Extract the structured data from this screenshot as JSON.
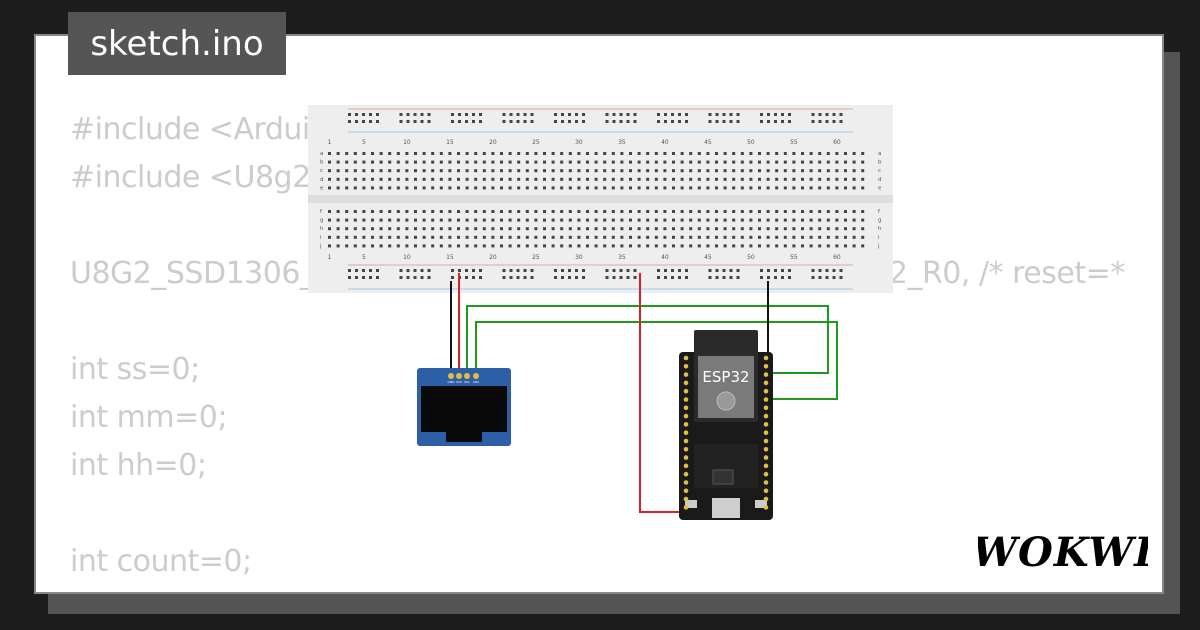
{
  "file": {
    "title": "sketch.ino"
  },
  "code_lines": [
    "#include <Arduino.h>",
    "#include <U8g2lib.h>",
    "",
    "U8G2_SSD1306_128X64_NONAME_F_HW_I2C u8g2(U8G2_R0, /* reset=*",
    "",
    "int ss=0;",
    "int mm=0;",
    "int hh=0;",
    "",
    "int count=0;"
  ],
  "breadboard": {
    "column_numbers": [
      "1",
      "5",
      "10",
      "15",
      "20",
      "25",
      "30",
      "35",
      "40",
      "45",
      "50",
      "55",
      "60"
    ],
    "row_letters_top": [
      "a",
      "b",
      "c",
      "d",
      "e"
    ],
    "row_letters_bottom": [
      "f",
      "g",
      "h",
      "i",
      "j"
    ]
  },
  "oled": {
    "pin_labels": [
      "GND",
      "VCC",
      "SCL",
      "SDA"
    ]
  },
  "esp32": {
    "label": "ESP32"
  },
  "brand": {
    "logo": "WOKWI"
  },
  "colors": {
    "background": "#1d1d1d",
    "card": "#ffffff",
    "tab": "#555555",
    "code_text": "#cccccc",
    "wire_red": "#e02020",
    "wire_black": "#111111",
    "wire_green": "#1f9a1f",
    "oled_blue": "#2d5fa8"
  }
}
